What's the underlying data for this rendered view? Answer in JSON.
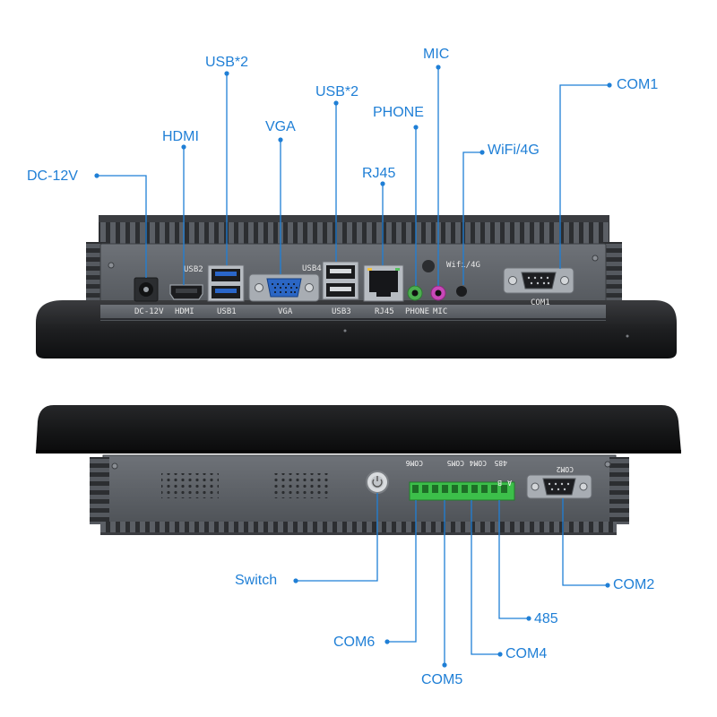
{
  "callouts": {
    "usb_left": "USB*2",
    "mic": "MIC",
    "com1": "COM1",
    "usb_right": "USB*2",
    "hdmi": "HDMI",
    "vga": "VGA",
    "phone": "PHONE",
    "wifi": "WiFi/4G",
    "rj45": "RJ45",
    "dc12v": "DC-12V",
    "switch": "Switch",
    "com2": "COM2",
    "rs485": "485",
    "com6": "COM6",
    "com4": "COM4",
    "com5": "COM5"
  },
  "top_panel_labels": {
    "dc": "DC-12V",
    "hdmi": "HDMI",
    "usb1": "USB1",
    "usb2": "USB2",
    "vga": "VGA",
    "usb3": "USB3",
    "usb4": "USB4",
    "rj45": "RJ45",
    "phone": "PHONE",
    "mic": "MIC",
    "wifi": "Wifi/4G",
    "com1": "COM1"
  },
  "bottom_panel_labels": {
    "com6": "COM6",
    "com5": "COM5",
    "com4": "COM4",
    "rs485": "485",
    "com2": "COM2",
    "a": "A",
    "b": "B"
  },
  "colors": {
    "callout": "#1f7fd6",
    "chassis": "#5a5e64",
    "usb_blue": "#2a66c9",
    "terminal_green": "#3cbf4a",
    "jack_green": "#4caf50",
    "jack_pink": "#c848b8"
  }
}
